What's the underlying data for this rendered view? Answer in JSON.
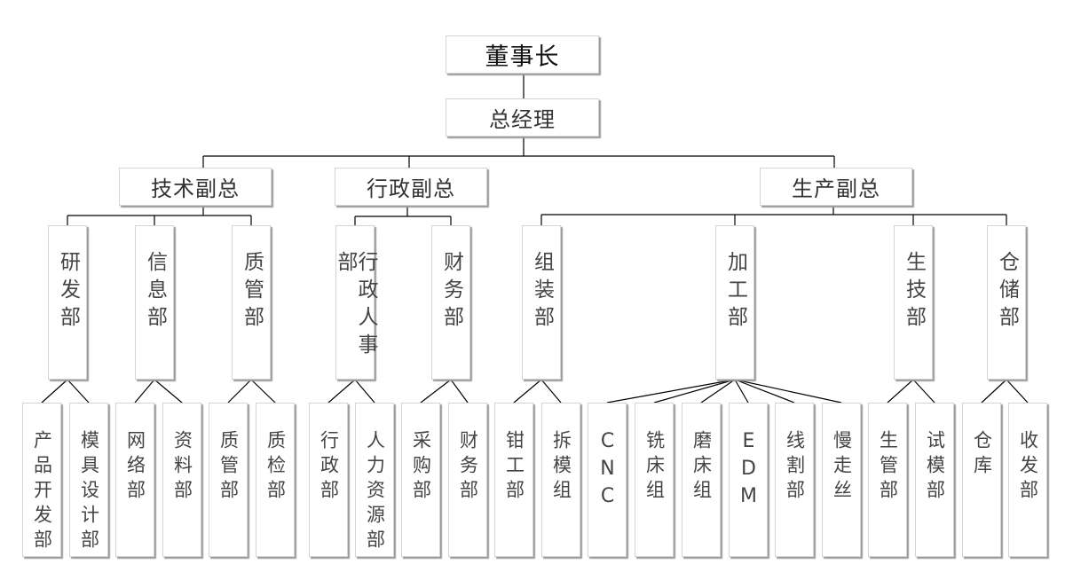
{
  "chart": {
    "root": {
      "id": "chairman",
      "label": "董事长"
    },
    "gm": {
      "id": "general-manager",
      "label": "总经理"
    },
    "vps": [
      {
        "id": "vp-tech",
        "label": "技术副总"
      },
      {
        "id": "vp-admin",
        "label": "行政副总"
      },
      {
        "id": "vp-prod",
        "label": "生产副总"
      }
    ],
    "departments": [
      {
        "id": "rnd",
        "label": "研发部",
        "parent": "vp-tech"
      },
      {
        "id": "info",
        "label": "信息部",
        "parent": "vp-tech"
      },
      {
        "id": "qm",
        "label": "质管部",
        "parent": "vp-tech"
      },
      {
        "id": "admin-hr",
        "label": "行政人事部",
        "parent": "vp-admin"
      },
      {
        "id": "finance",
        "label": "财务部",
        "parent": "vp-admin"
      },
      {
        "id": "assembly",
        "label": "组装部",
        "parent": "vp-prod"
      },
      {
        "id": "machining",
        "label": "加工部",
        "parent": "vp-prod"
      },
      {
        "id": "prodtech",
        "label": "生技部",
        "parent": "vp-prod"
      },
      {
        "id": "storage",
        "label": "仓储部",
        "parent": "vp-prod"
      }
    ],
    "units": [
      {
        "label": "产品开发部",
        "parent": "rnd"
      },
      {
        "label": "模具设计部",
        "parent": "rnd"
      },
      {
        "label": "网络部",
        "parent": "info"
      },
      {
        "label": "资料部",
        "parent": "info"
      },
      {
        "label": "质管部",
        "parent": "qm"
      },
      {
        "label": "质检部",
        "parent": "qm"
      },
      {
        "label": "行政部",
        "parent": "admin-hr"
      },
      {
        "label": "人力资源部",
        "parent": "admin-hr"
      },
      {
        "label": "采购部",
        "parent": "finance"
      },
      {
        "label": "财务部",
        "parent": "finance"
      },
      {
        "label": "钳工部",
        "parent": "assembly"
      },
      {
        "label": "拆模组",
        "parent": "assembly"
      },
      {
        "label": "CNC",
        "parent": "machining"
      },
      {
        "label": "铣床组",
        "parent": "machining"
      },
      {
        "label": "磨床组",
        "parent": "machining"
      },
      {
        "label": "EDM",
        "parent": "machining"
      },
      {
        "label": "线割部",
        "parent": "machining"
      },
      {
        "label": "慢走丝",
        "parent": "machining"
      },
      {
        "label": "生管部",
        "parent": "prodtech"
      },
      {
        "label": "试模部",
        "parent": "prodtech"
      },
      {
        "label": "仓库",
        "parent": "storage"
      },
      {
        "label": "收发部",
        "parent": "storage"
      }
    ]
  },
  "style": {
    "line_color": "#000000",
    "box_border": "#d4d4d4",
    "text_color": "#333333"
  }
}
